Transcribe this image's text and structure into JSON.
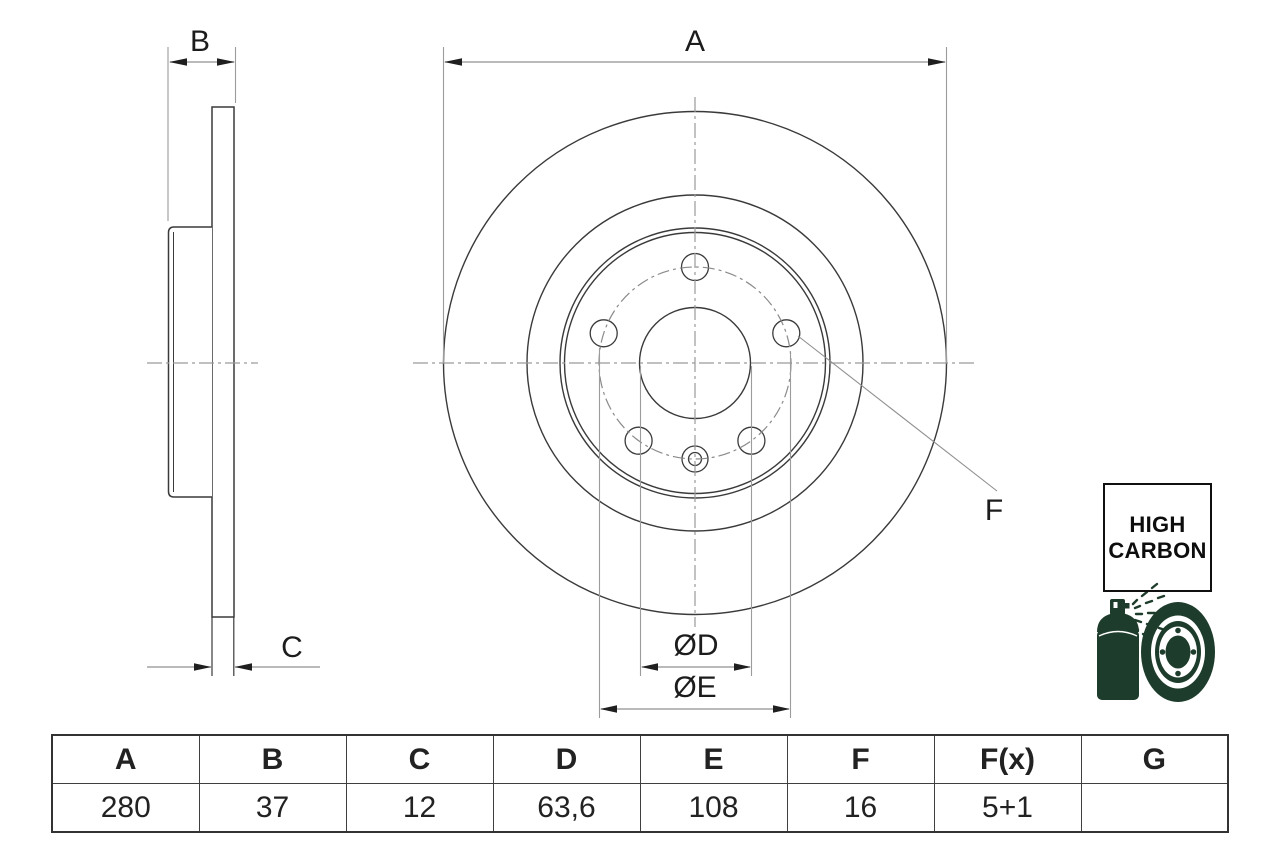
{
  "drawing": {
    "labels": {
      "a": "A",
      "b": "B",
      "c": "C",
      "f": "F",
      "dd": "ØD",
      "de": "ØE"
    },
    "badge": {
      "line1": "HIGH",
      "line2": "CARBON"
    },
    "icons": {
      "coating": "spray-can-coating-brake-disc"
    },
    "colors": {
      "icon_green": "#1e3c2b",
      "outline": "#3a3a3a",
      "dimension": "#909090"
    }
  },
  "table": {
    "headers": [
      "A",
      "B",
      "C",
      "D",
      "E",
      "F",
      "F(x)",
      "G"
    ],
    "values": [
      "280",
      "37",
      "12",
      "63,6",
      "108",
      "16",
      "5+1",
      ""
    ]
  }
}
